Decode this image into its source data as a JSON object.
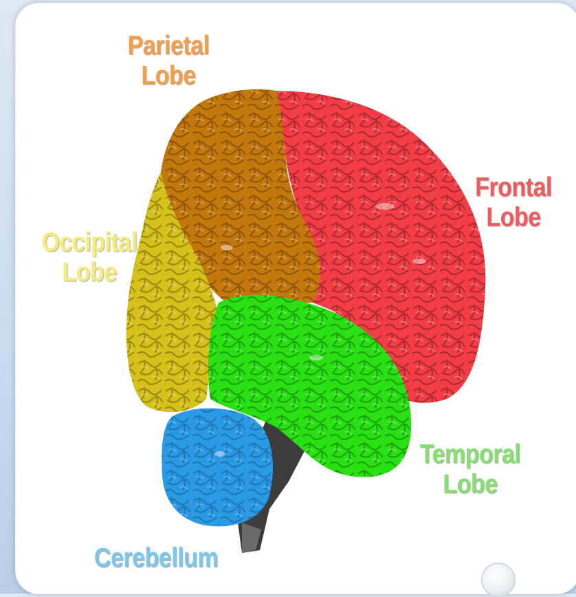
{
  "labels": {
    "parietal": [
      "Parietal",
      "Lobe"
    ],
    "frontal": [
      "Frontal",
      "Lobe"
    ],
    "occipital": [
      "Occipital",
      "Lobe"
    ],
    "temporal": [
      "Temporal",
      "Lobe"
    ],
    "cerebellum": [
      "Cerebellum"
    ]
  },
  "regions": {
    "parietal": {
      "color": "#c4780c"
    },
    "frontal": {
      "color": "#f23c46"
    },
    "occipital": {
      "color": "#d6c01a"
    },
    "temporal": {
      "color": "#28e012"
    },
    "cerebellum": {
      "color": "#2a9ae6"
    },
    "brainstem": {
      "color": "#3c3c3c"
    }
  }
}
